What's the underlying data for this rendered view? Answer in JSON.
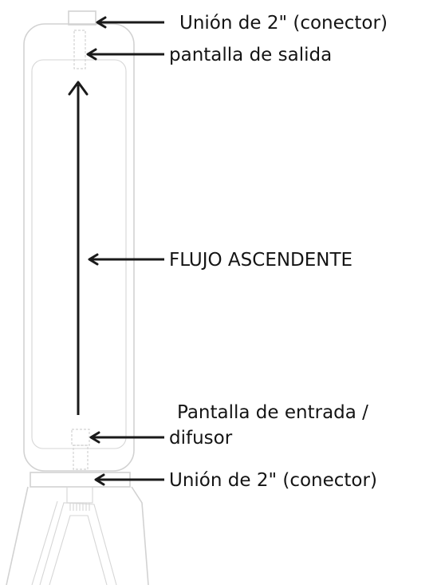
{
  "labels": {
    "top_union": "Unión de 2\" (conector)",
    "outlet_screen": "pantalla de salida",
    "upflow": "FLUJO ASCENDENTE",
    "inlet_screen_line1": "Pantalla de entrada /",
    "inlet_screen_line2": "difusor",
    "bottom_union": "Unión de 2\" (conector)"
  },
  "colors": {
    "outline": "#d2d2d2",
    "arrow": "#1a1a1a",
    "text": "#141414"
  }
}
